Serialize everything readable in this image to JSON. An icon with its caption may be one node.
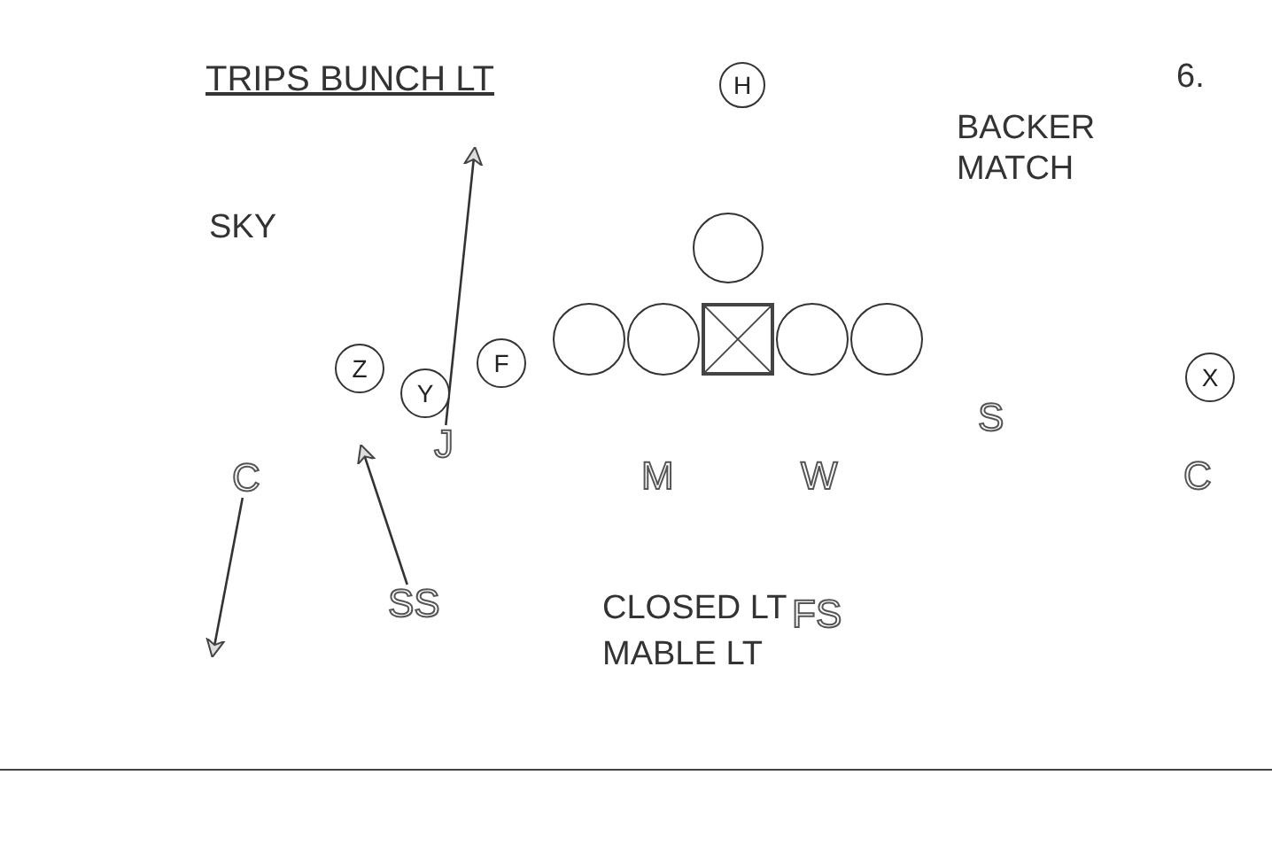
{
  "diagram": {
    "title": "TRIPS BUNCH LT",
    "nodes": [
      {
        "text": [
          "H"
        ]
      },
      {
        "text": [],
        "shape": "circle"
      },
      {
        "text": [
          "Z"
        ]
      },
      {
        "text": [
          "F"
        ]
      },
      {
        "text": [
          "Y"
        ]
      },
      {
        "text": [],
        "shape": "circle"
      },
      {
        "text": [],
        "shape": "circle"
      },
      {
        "text": [],
        "shape": "box"
      },
      {
        "text": [],
        "shape": "circle"
      },
      {
        "text": [],
        "shape": "circle"
      },
      {
        "text": [
          "X"
        ]
      },
      {
        "text": [
          "J"
        ]
      },
      {
        "text": [
          "C"
        ]
      },
      {
        "text": [
          "SS"
        ]
      }
    ],
    "edges": [
      {
        "from": 11,
        "to": null,
        "arrow": "to"
      },
      {
        "from": 13,
        "to": null,
        "arrow": "to"
      },
      {
        "from": 12,
        "to": null,
        "arrow": "to"
      }
    ],
    "labels": [
      "6.",
      "SKY",
      "BACKER MATCH",
      "S",
      "M",
      "W",
      "C",
      "CLOSED LT",
      "FS",
      "MABLE LT"
    ]
  }
}
